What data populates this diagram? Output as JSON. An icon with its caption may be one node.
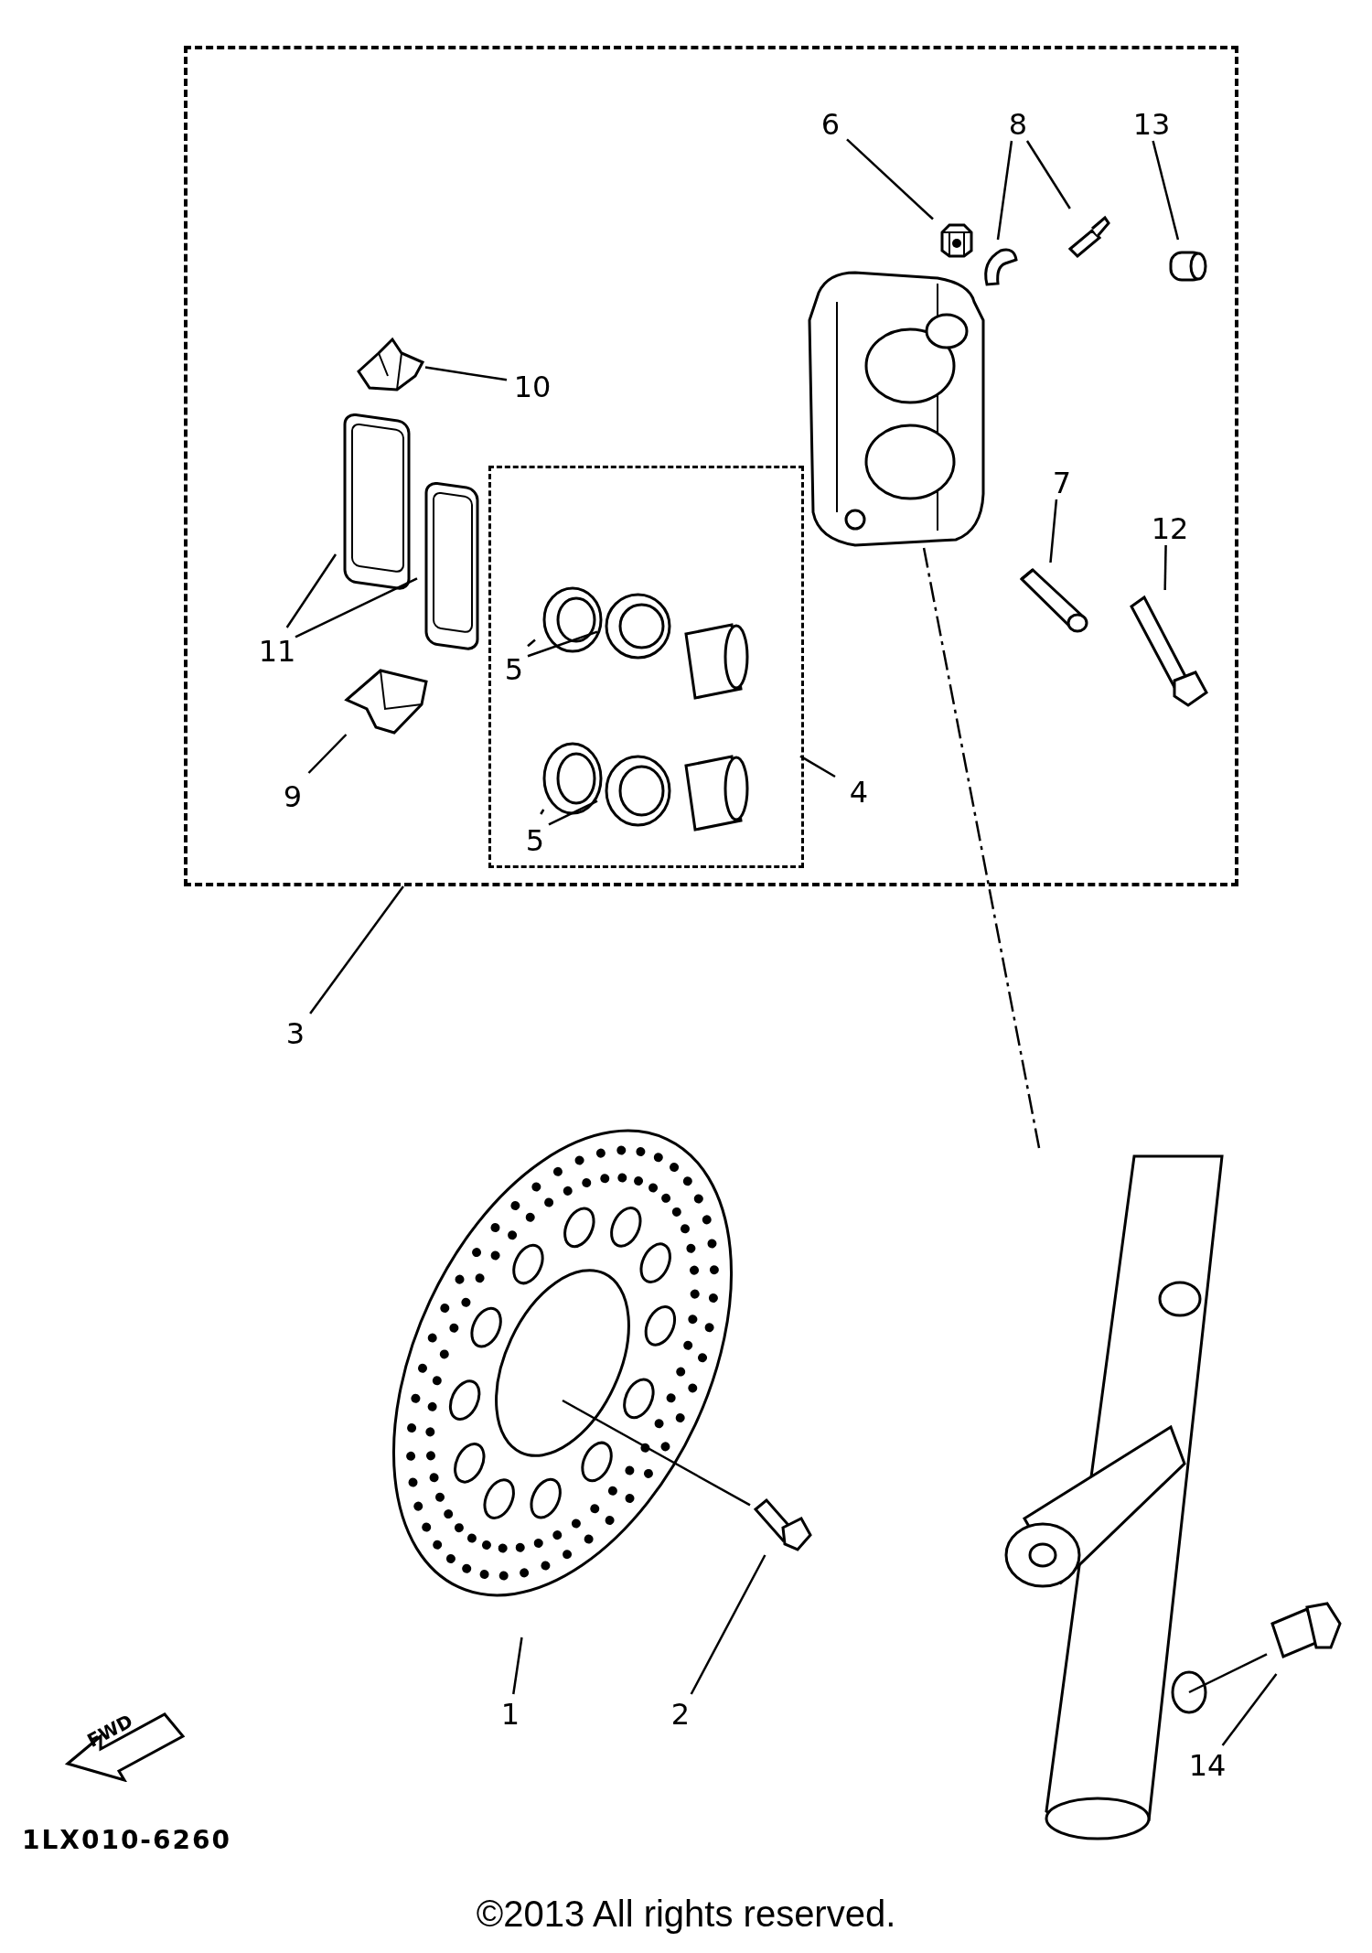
{
  "diagram": {
    "nodes": [
      {
        "text": [],
        "shape": "box"
      },
      {
        "text": [
          "6"
        ],
        "in": 0
      },
      {
        "text": [
          "8"
        ],
        "in": 0
      },
      {
        "text": [
          "13"
        ],
        "in": 0
      },
      {
        "text": [
          "10"
        ],
        "in": 0
      },
      {
        "text": [
          "7"
        ],
        "in": 0
      },
      {
        "text": [
          "12"
        ],
        "in": 0
      },
      {
        "text": [
          "11"
        ],
        "in": 0
      },
      {
        "text": [
          "9"
        ],
        "in": 0
      },
      {
        "text": [
          "4"
        ],
        "in": 0
      },
      {
        "text": [],
        "shape": "box",
        "in": 0
      },
      {
        "text": [
          "5"
        ],
        "in": 10
      },
      {
        "text": [
          "5"
        ],
        "in": 10
      },
      {
        "text": [],
        "shape": "picture",
        "in": 0
      },
      {
        "text": [],
        "shape": "picture",
        "in": 0
      },
      {
        "text": [],
        "shape": "picture",
        "in": 0
      },
      {
        "text": [],
        "shape": "picture",
        "in": 0
      },
      {
        "text": [],
        "shape": "picture",
        "in": 10
      },
      {
        "text": [],
        "shape": "picture",
        "in": 10
      },
      {
        "text": [],
        "shape": "picture",
        "in": 10
      },
      {
        "text": [],
        "shape": "picture",
        "in": 10
      },
      {
        "text": [],
        "shape": "picture",
        "in": 0
      },
      {
        "text": [],
        "shape": "picture",
        "in": 0
      },
      {
        "text": [],
        "shape": "picture",
        "in": 0
      },
      {
        "text": [],
        "shape": "picture",
        "in": 0
      },
      {
        "text": [],
        "shape": "picture",
        "in": 0
      },
      {
        "text": [],
        "shape": "picture",
        "in": 0
      },
      {
        "text": [],
        "shape": "picture",
        "in": 0
      },
      {
        "text": [
          "3"
        ]
      },
      {
        "text": [],
        "shape": "picture"
      },
      {
        "text": [],
        "shape": "picture"
      },
      {
        "text": [],
        "shape": "picture"
      },
      {
        "text": [],
        "shape": "picture"
      },
      {
        "text": [
          "1"
        ]
      },
      {
        "text": [
          "2"
        ]
      },
      {
        "text": [
          "14"
        ]
      }
    ],
    "edges": [
      {
        "from": 1,
        "to": 22,
        "arrow": "none"
      },
      {
        "from": 2,
        "to": 23,
        "arrow": "none"
      },
      {
        "from": 2,
        "to": 24,
        "arrow": "none"
      },
      {
        "from": 3,
        "to": 25,
        "arrow": "none"
      },
      {
        "from": 4,
        "to": 13,
        "arrow": "none"
      },
      {
        "from": 5,
        "to": 26,
        "arrow": "none"
      },
      {
        "from": 6,
        "to": 27,
        "arrow": "none"
      },
      {
        "from": 7,
        "to": 14,
        "arrow": "none"
      },
      {
        "from": 7,
        "to": 15,
        "arrow": "none"
      },
      {
        "from": 8,
        "to": 16,
        "arrow": "none"
      },
      {
        "from": 9,
        "to": 10,
        "arrow": "none"
      },
      {
        "from": 11,
        "to": 17,
        "arrow": "none"
      },
      {
        "from": 11,
        "to": 18,
        "arrow": "none"
      },
      {
        "from": 12,
        "to": 19,
        "arrow": "none"
      },
      {
        "from": 12,
        "to": 20,
        "arrow": "none"
      },
      {
        "from": 28,
        "to": 0,
        "arrow": "none"
      },
      {
        "from": 33,
        "to": 29,
        "arrow": "none"
      },
      {
        "from": 34,
        "to": 30,
        "arrow": "none"
      },
      {
        "from": 35,
        "to": 32,
        "arrow": "none"
      },
      {
        "from": 21,
        "to": 31,
        "arrow": "none",
        "style": "dashed"
      },
      {
        "from": 30,
        "to": 29,
        "arrow": "none"
      },
      {
        "from": 32,
        "to": 31,
        "arrow": "none"
      }
    ],
    "labels": [
      "FWD",
      "1LX010-6260",
      "©2013 All rights reserved."
    ]
  }
}
